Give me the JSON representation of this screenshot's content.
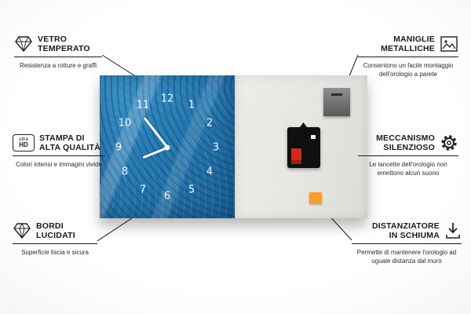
{
  "title": "Infografica orologio da parete in vetro",
  "callouts": {
    "left": [
      {
        "icon": "diamond-icon",
        "title1": "VETRO",
        "title2": "TEMPERATO",
        "desc": "Resistenza a rotture e graffi"
      },
      {
        "icon": "ultra-hd-icon",
        "icon_line1": "ultra",
        "icon_line2": "HD",
        "title1": "STAMPA DI",
        "title2": "ALTA QUALITÀ",
        "desc": "Colori intensi e immagini vivide"
      },
      {
        "icon": "gem-icon",
        "title1": "BORDI",
        "title2": "LUCIDATI",
        "desc": "Superficie liscia e sicura"
      }
    ],
    "right": [
      {
        "icon": "picture-frame-icon",
        "title1": "MANIGLIE",
        "title2": "METALLICHE",
        "desc": "Consentono un facile montaggio dell'orologio a parete"
      },
      {
        "icon": "gear-icon",
        "title1": "MECCANISMO",
        "title2": "SILENZIOSO",
        "desc": "Le lancette dell'orologio non emettono alcun suono"
      },
      {
        "icon": "foam-spacer-icon",
        "title1": "DISTANZIATORE",
        "title2": "IN SCHIUMA",
        "desc": "Permette di mantenere l'orologio ad uguale distanza dal muro"
      }
    ]
  },
  "clock": {
    "numbers": [
      "12",
      "1",
      "2",
      "3",
      "4",
      "5",
      "6",
      "7",
      "8",
      "9",
      "10",
      "11"
    ]
  },
  "colors": {
    "clock_blue": "#2878b4",
    "back_panel": "#e6e5e1",
    "mechanism_black": "#101010",
    "battery_red": "#cf2a1e",
    "foam_orange": "#f2a12f",
    "metal_gray": "#6f6f6f",
    "line": "#1a1a1a"
  }
}
